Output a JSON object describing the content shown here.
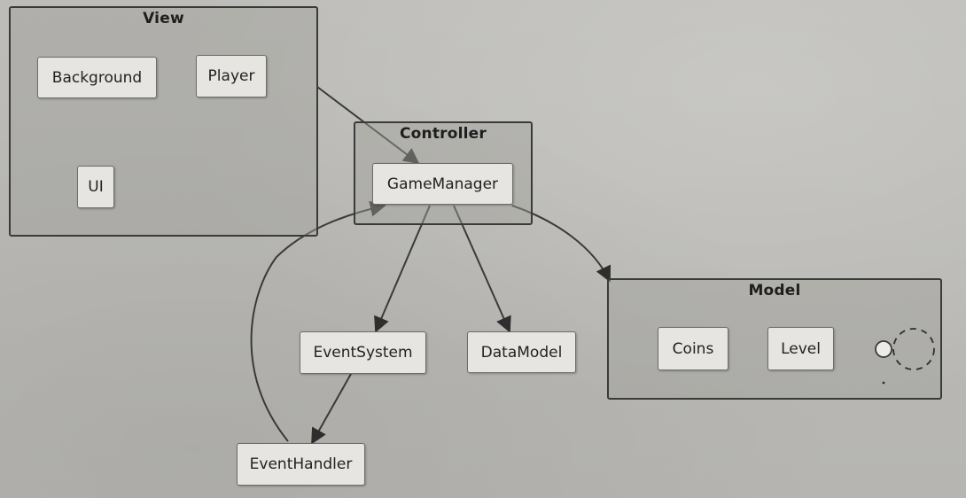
{
  "groups": {
    "view": {
      "title": "View"
    },
    "controller": {
      "title": "Controller"
    },
    "model": {
      "title": "Model"
    }
  },
  "nodes": {
    "background": "Background",
    "player": "Player",
    "ui": "UI",
    "game_manager": "GameManager",
    "event_system": "EventSystem",
    "data_model": "DataModel",
    "event_handler": "EventHandler",
    "coins": "Coins",
    "level": "Level"
  },
  "colors": {
    "stroke": "#3a3a3a",
    "node_fill": "#e6e5e1",
    "group_fill": "#a09f9b"
  }
}
